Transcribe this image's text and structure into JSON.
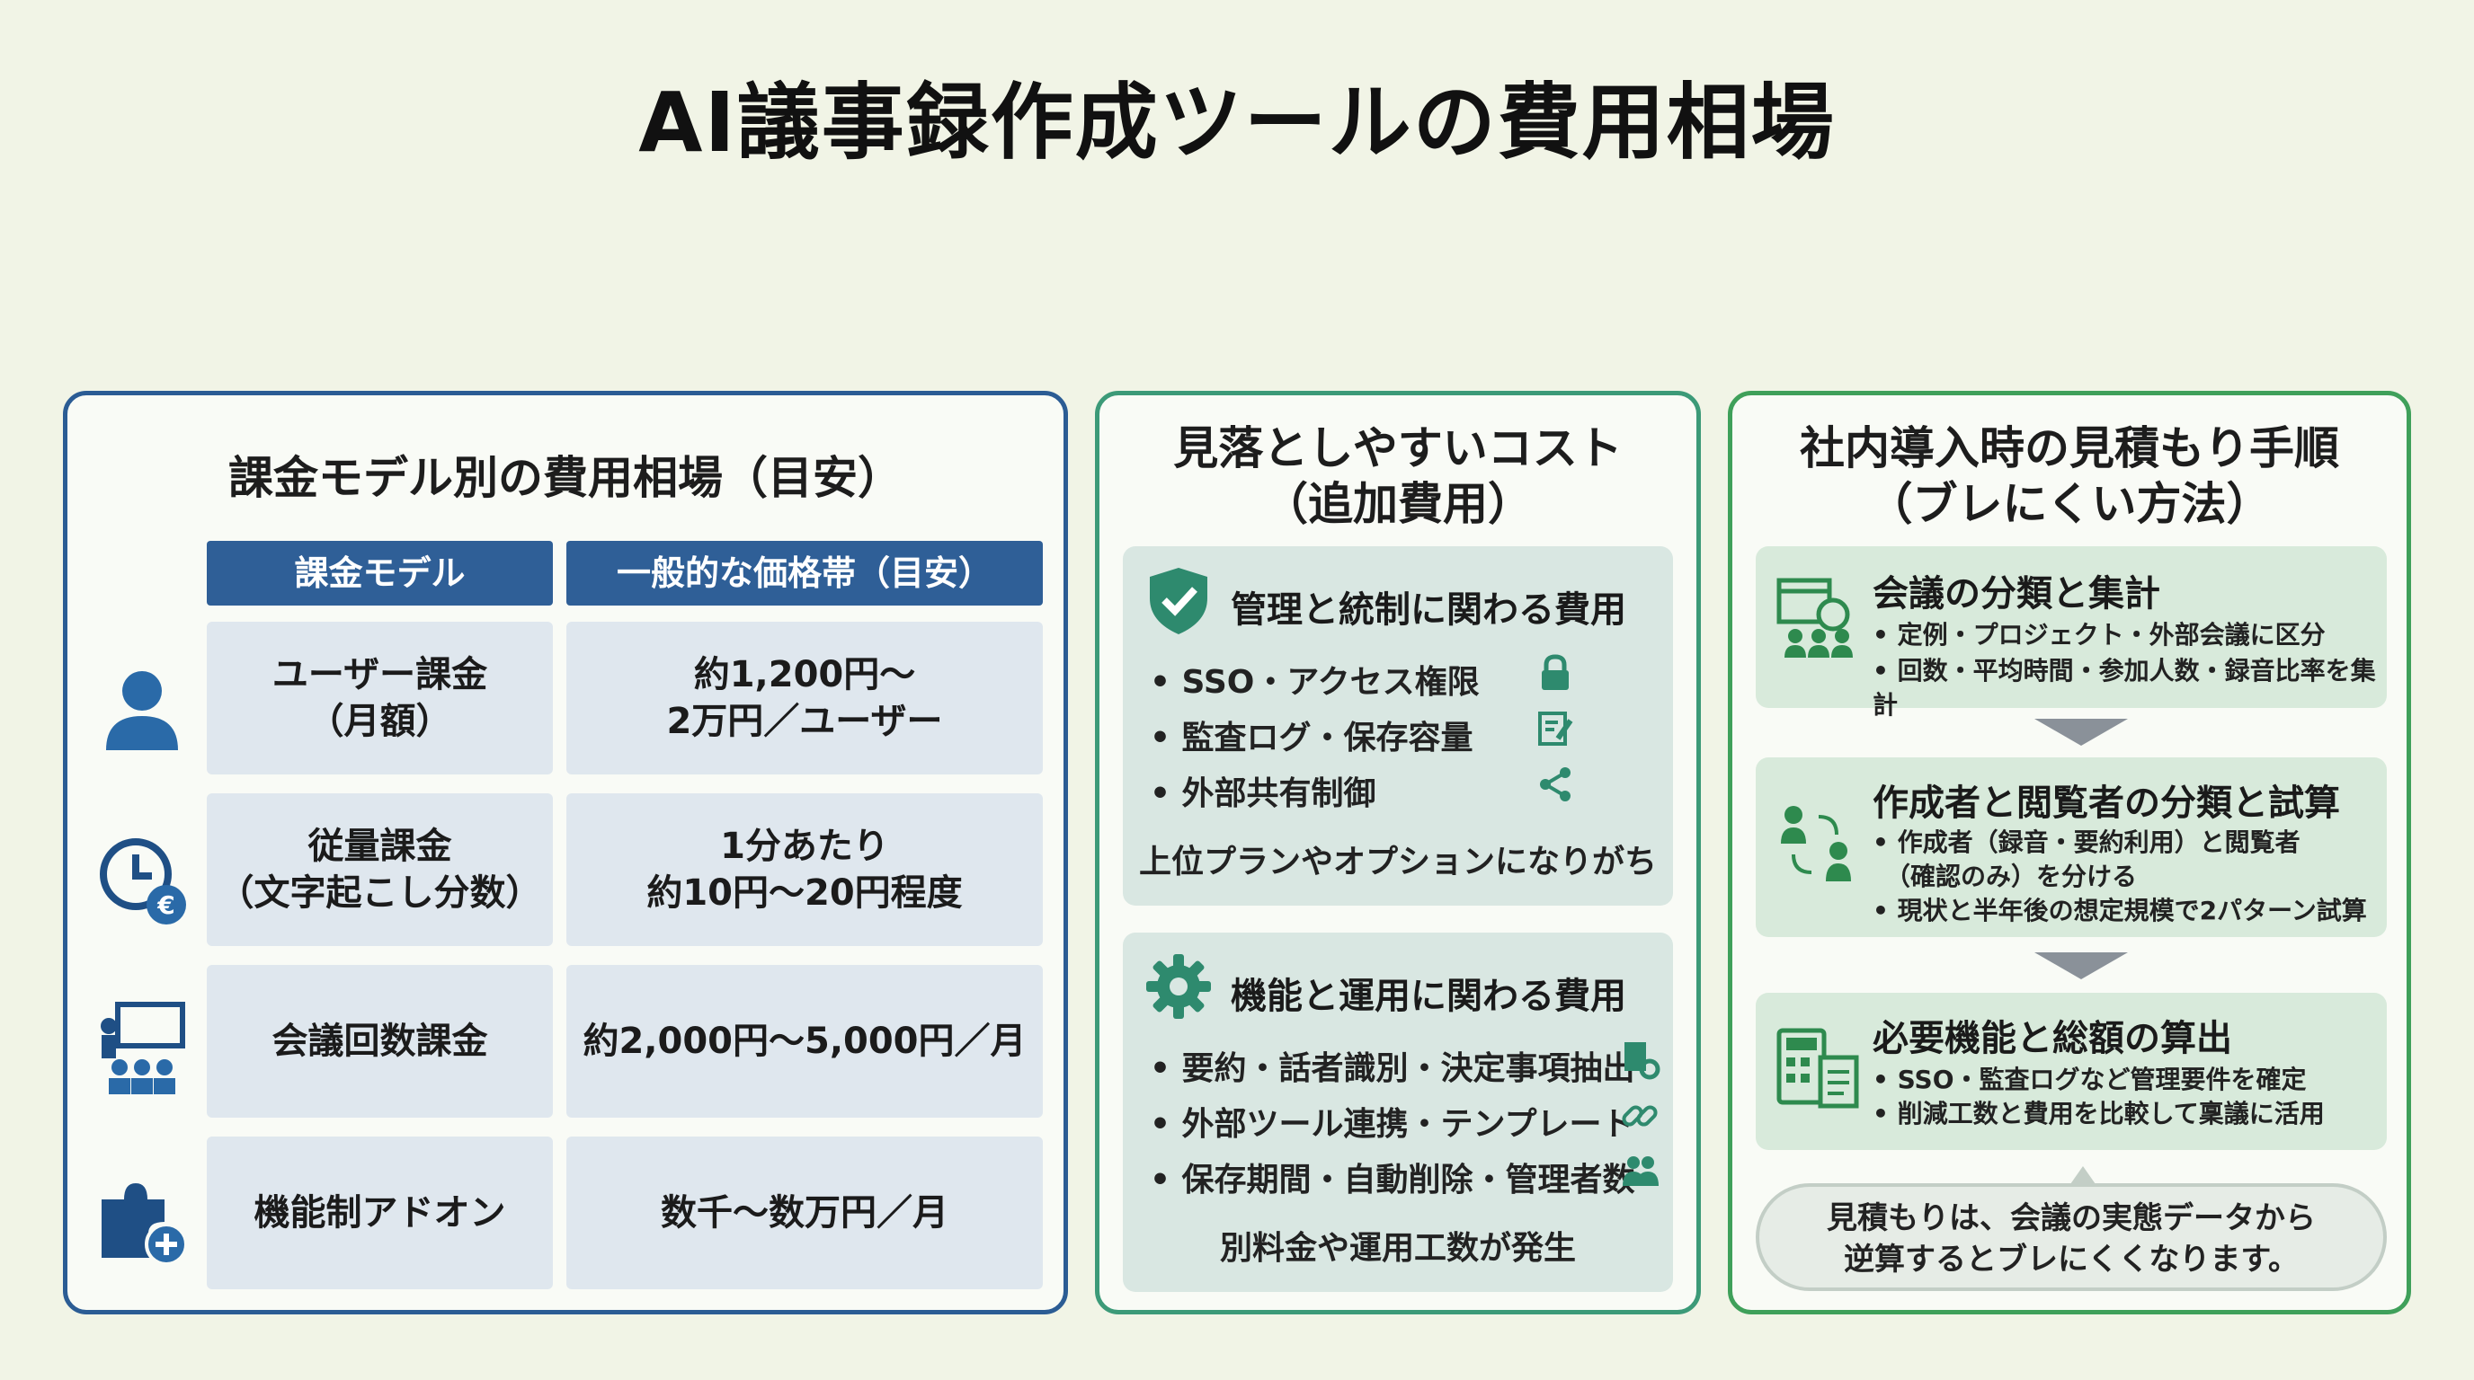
{
  "title": "AI議事録作成ツールの費用相場",
  "left": {
    "title": "課金モデル別の費用相場（目安）",
    "headers": [
      "課金モデル",
      "一般的な価格帯（目安）"
    ],
    "rows": [
      {
        "icon": "user-icon",
        "model": "ユーザー課金\n（月額）",
        "price": "約1,200円〜\n2万円／ユーザー"
      },
      {
        "icon": "clock-euro-icon",
        "model": "従量課金\n（文字起こし分数）",
        "price": "1分あたり\n約10円〜20円程度"
      },
      {
        "icon": "meeting-presentation-icon",
        "model": "会議回数課金",
        "price": "約2,000円〜5,000円／月"
      },
      {
        "icon": "puzzle-plus-icon",
        "model": "機能制アドオン",
        "price": "数千〜数万円／月"
      }
    ]
  },
  "mid": {
    "title": "見落としやすいコスト",
    "subtitle": "（追加費用）",
    "cards": [
      {
        "icon": "shield-check-icon",
        "head": "管理と統制に関わる費用",
        "bullets": [
          {
            "text": "• SSO・アクセス権限",
            "icon": "lock-icon"
          },
          {
            "text": "• 監査ログ・保存容量",
            "icon": "edit-document-icon"
          },
          {
            "text": "• 外部共有制御",
            "icon": "share-icon"
          }
        ],
        "foot": "上位プランやオプションになりがち"
      },
      {
        "icon": "gear-icon",
        "head": "機能と運用に関わる費用",
        "bullets": [
          {
            "text": "• 要約・話者識別・決定事項抽出",
            "icon": "document-gear-icon"
          },
          {
            "text": "• 外部ツール連携・テンプレート",
            "icon": "link-icon"
          },
          {
            "text": "• 保存期間・自動削除・管理者数",
            "icon": "users-icon"
          }
        ],
        "foot": "別料金や運用工数が発生"
      }
    ]
  },
  "right": {
    "title": "社内導入時の見積もり手順",
    "subtitle": "（ブレにくい方法）",
    "steps": [
      {
        "icon": "calendar-group-icon",
        "head": "会議の分類と集計",
        "lines": [
          "• 定例・プロジェクト・外部会議に区分",
          "• 回数・平均時間・参加人数・録音比率を集計"
        ]
      },
      {
        "icon": "users-swap-icon",
        "head": "作成者と閲覧者の分類と試算",
        "lines": [
          "• 作成者（録音・要約利用）と閲覧者",
          "　（確認のみ）を分ける",
          "• 現状と半年後の想定規模で2パターン試算"
        ]
      },
      {
        "icon": "calculator-document-icon",
        "head": "必要機能と総額の算出",
        "lines": [
          "• SSO・監査ログなど管理要件を確定",
          "• 削減工数と費用を比較して稟議に活用"
        ]
      }
    ],
    "note": "見積もりは、会議の実態データから\n逆算するとブレにくくなります。"
  },
  "colors": {
    "left_border": "#2b5c94",
    "header_blue": "#2f5f97",
    "mid_border": "#3c9a78",
    "right_border": "#3fa05a",
    "icon_green": "#2e8a4e",
    "icon_blue": "#2a6aa8"
  }
}
